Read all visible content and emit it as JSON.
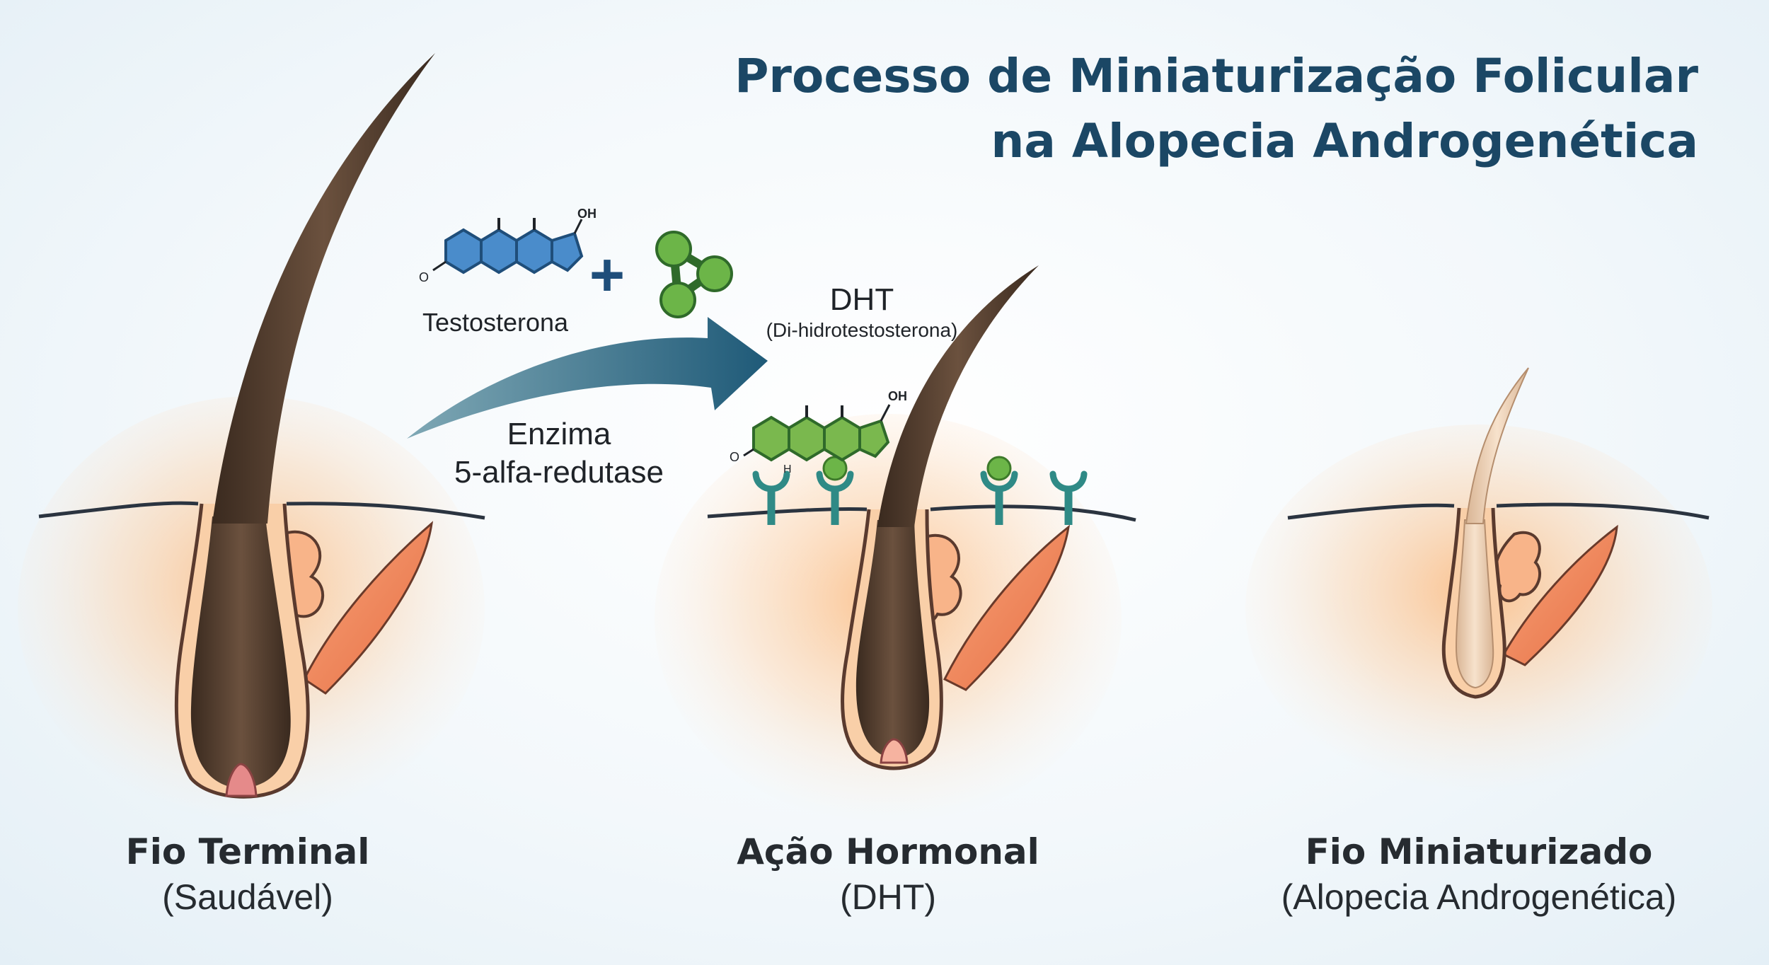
{
  "title": {
    "line1": "Processo de Miniaturização Folicular",
    "line2": "na Alopecia Androgenética"
  },
  "reaction": {
    "substrate": "Testosterona",
    "plus": "+",
    "product": "DHT",
    "product_full": "(Di-hidrotestosterona)",
    "enzyme_line1": "Enzima",
    "enzyme_line2": "5-alfa-redutase",
    "hydroxyl": "OH",
    "carbonyl": "O",
    "hydrogen": "H"
  },
  "stages": [
    {
      "name": "Fio Terminal",
      "detail": "(Saudável)"
    },
    {
      "name": "Ação Hormonal",
      "detail": "(DHT)"
    },
    {
      "name": "Fio Miniaturizado",
      "detail": "(Alopecia Androgenética)"
    }
  ],
  "colors": {
    "title": "#1b4765",
    "hair": "#4e3a2c",
    "skin": "#f4b98a",
    "gland": "#f08a5a",
    "testosterone": "#4a8ccb",
    "dht": "#7ab84e",
    "enzyme": "#6cb548",
    "receptor": "#2f8a86",
    "arrow": "#2a6a86",
    "miniaturized_hair": "#f2d4b8"
  },
  "icons": [
    "testosterone-molecule-icon",
    "enzyme-icon",
    "dht-molecule-icon",
    "androgen-receptor-icon",
    "hair-follicle-icon",
    "arrow-icon"
  ]
}
